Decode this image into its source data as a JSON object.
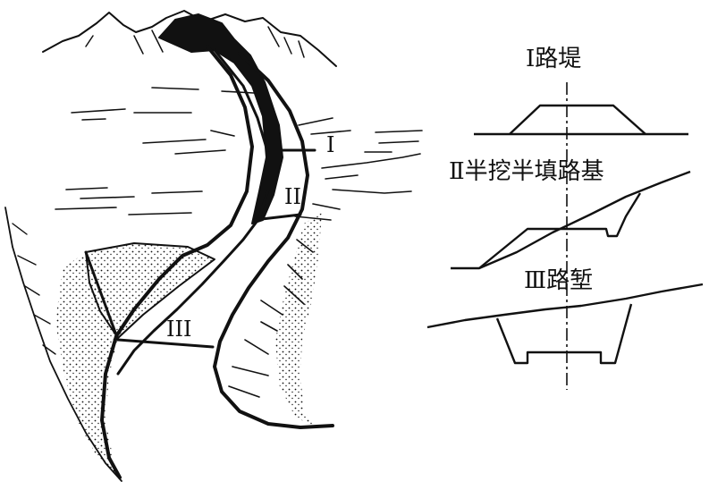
{
  "landscape": {
    "section_marks": [
      "I",
      "II",
      "III"
    ]
  },
  "sections": [
    {
      "id": "embankment",
      "title": "Ⅰ路堤"
    },
    {
      "id": "half-cut-half-fill",
      "title": "Ⅱ半挖半填路基"
    },
    {
      "id": "cutting",
      "title": "Ⅲ路堑"
    }
  ],
  "colors": {
    "ink": "#111111",
    "paper": "#ffffff"
  }
}
